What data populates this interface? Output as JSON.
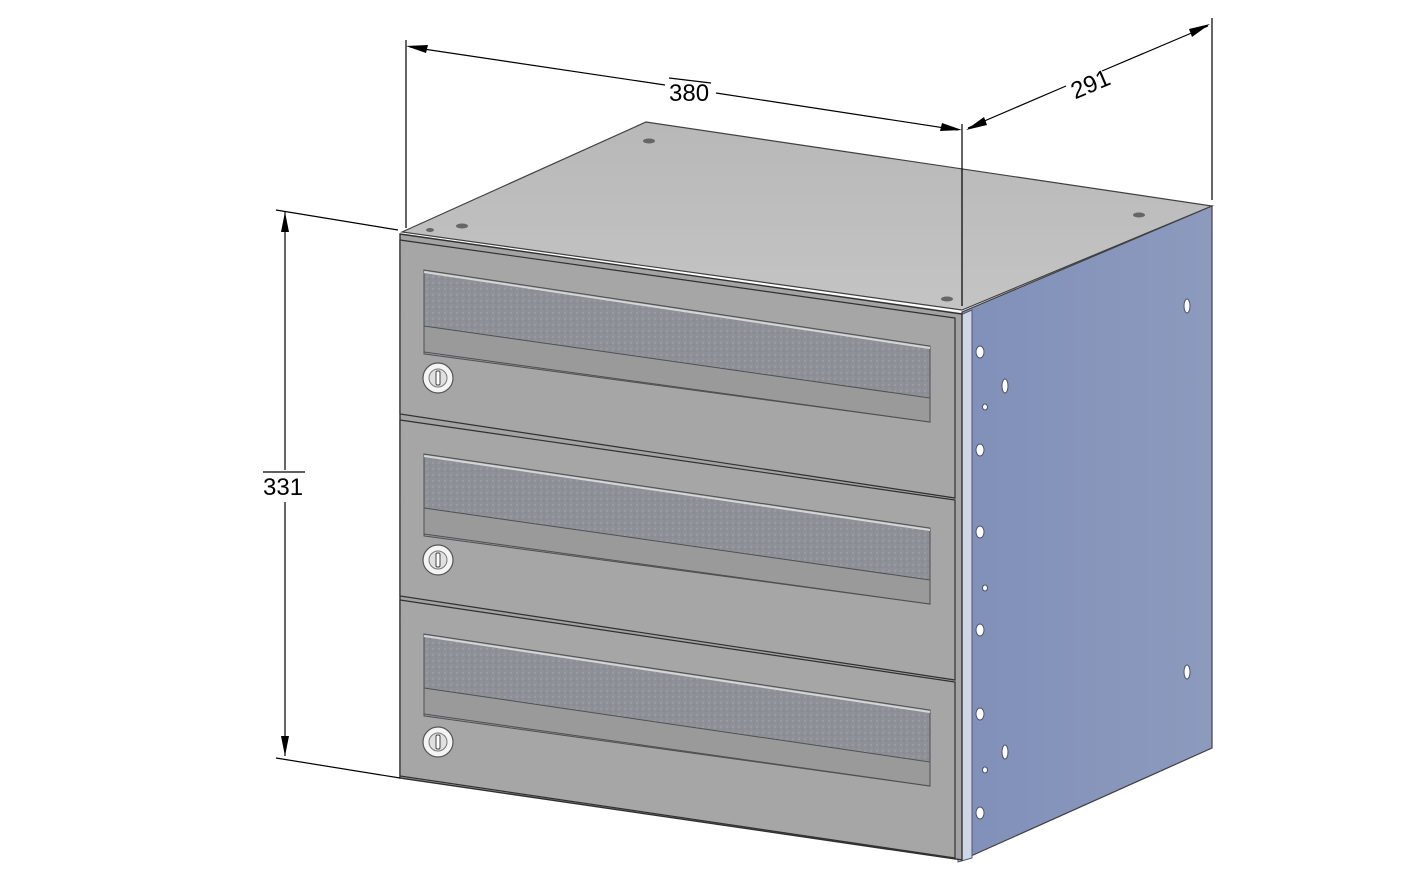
{
  "dimensions": {
    "width": "380",
    "depth": "291",
    "height": "331"
  },
  "drawing": {
    "compartments": 3,
    "colors": {
      "front_panel": "#a6a6a6",
      "top_panel": "#c0c0c0",
      "side_panel": "#8b98bc",
      "slot_texture": "#8f9399",
      "edge": "#303030",
      "dimension_line": "#000000"
    }
  }
}
